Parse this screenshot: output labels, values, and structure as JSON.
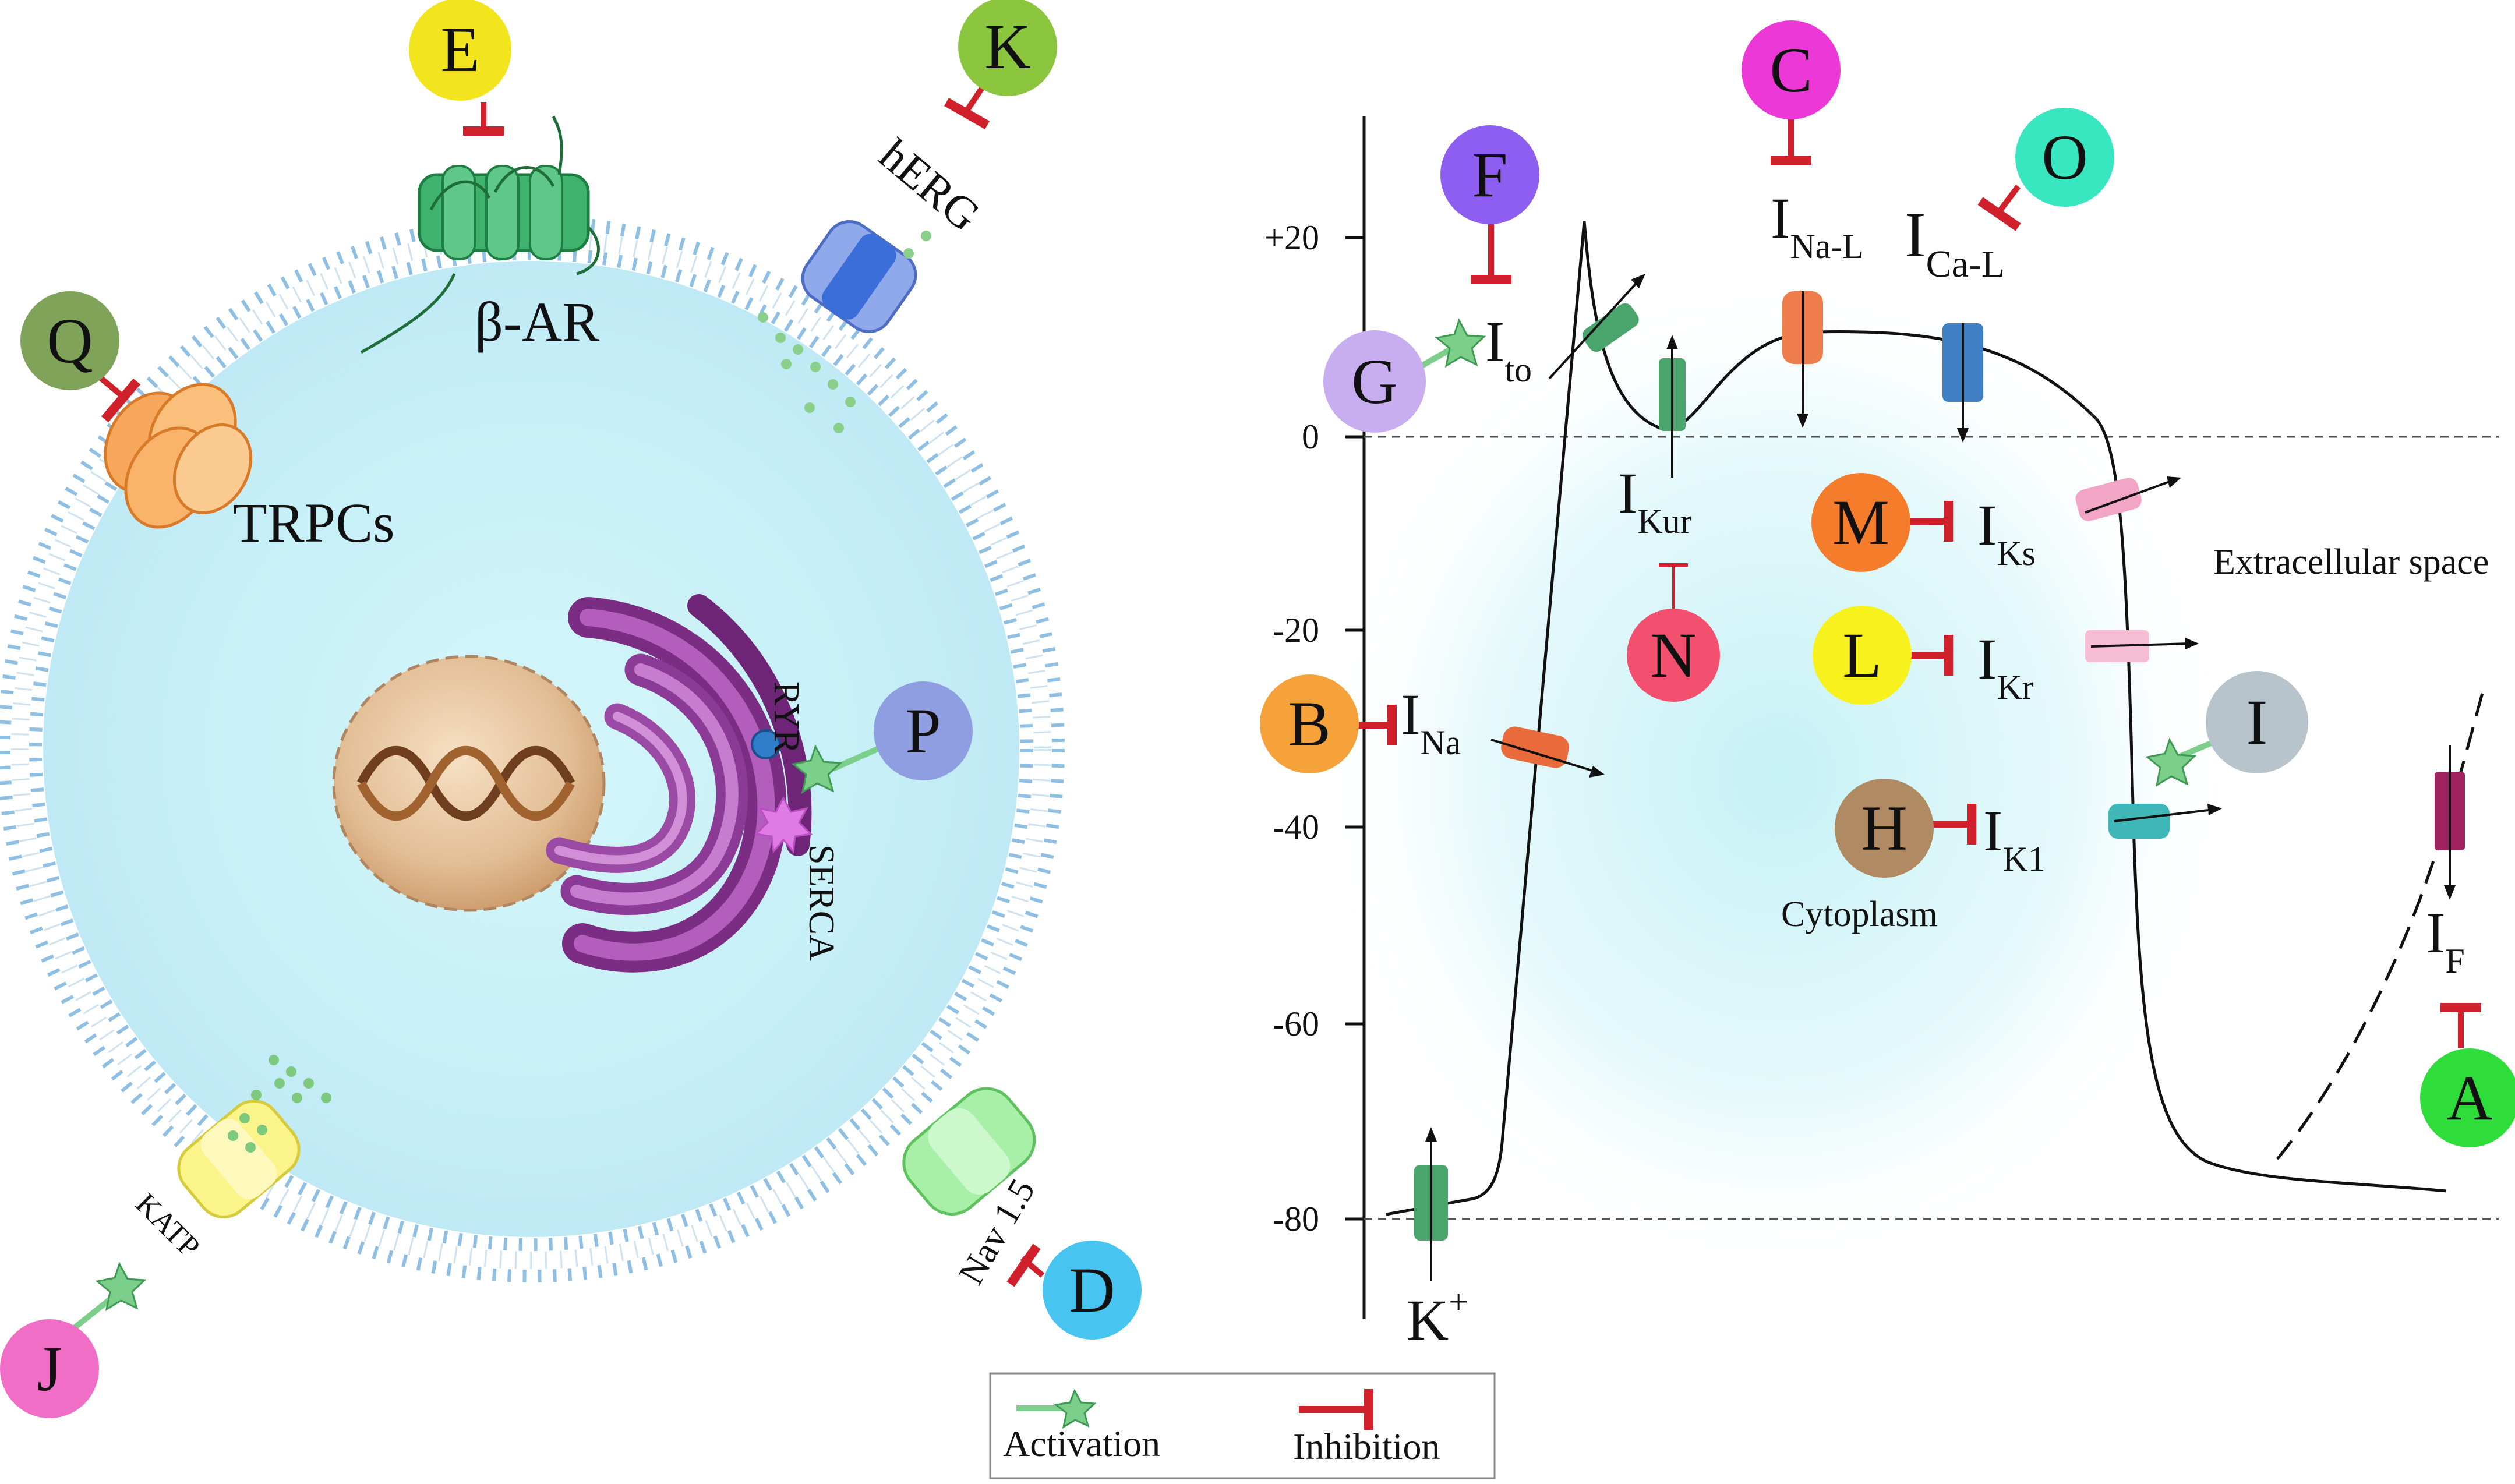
{
  "colors": {
    "inhibition": "#d0202c",
    "activation": "#7ccf8a",
    "cytoplasm": "#c8f1f6",
    "membrane_bead": "#9ec9e8"
  },
  "cell": {
    "labels": {
      "beta_ar": "β-AR",
      "herg": "hERG",
      "trpcs": "TRPCs",
      "ryr": "RYR",
      "serca": "SERCA",
      "katp": "KATP",
      "nav15": "Nav 1.5"
    },
    "drugs": {
      "E": {
        "label": "E",
        "color": "#f2e51e"
      },
      "K": {
        "label": "K",
        "color": "#8cc63f"
      },
      "Q": {
        "label": "Q",
        "color": "#7ea359"
      },
      "P": {
        "label": "P",
        "color": "#8e9ee0"
      },
      "J": {
        "label": "J",
        "color": "#f06ec5"
      },
      "D": {
        "label": "D",
        "color": "#47c5f0"
      }
    }
  },
  "chart": {
    "y_ticks": [
      "+20",
      "0",
      "-20",
      "-40",
      "-60",
      "-80"
    ],
    "currents": {
      "ito": {
        "main": "I",
        "sub": "to"
      },
      "inal": {
        "main": "I",
        "sub": "Na-L"
      },
      "ical": {
        "main": "I",
        "sub": "Ca-L"
      },
      "ikur": {
        "main": "I",
        "sub": "Kur"
      },
      "iks": {
        "main": "I",
        "sub": "Ks"
      },
      "ikr": {
        "main": "I",
        "sub": "Kr"
      },
      "ik1": {
        "main": "I",
        "sub": "K1"
      },
      "ina": {
        "main": "I",
        "sub": "Na"
      },
      "if": {
        "main": "I",
        "sub": "F"
      },
      "kplus": {
        "main": "K",
        "sup": "+"
      }
    },
    "extracellular": "Extracellular space",
    "cytoplasm": "Cytoplasm",
    "drugs": {
      "F": {
        "label": "F",
        "color": "#8e5ef0"
      },
      "C": {
        "label": "C",
        "color": "#ec38d6"
      },
      "O": {
        "label": "O",
        "color": "#38e6c0"
      },
      "G": {
        "label": "G",
        "color": "#c8aef0"
      },
      "M": {
        "label": "M",
        "color": "#f57c2a"
      },
      "N": {
        "label": "N",
        "color": "#f2506e"
      },
      "L": {
        "label": "L",
        "color": "#f7f21e"
      },
      "B": {
        "label": "B",
        "color": "#f5a23a"
      },
      "I": {
        "label": "I",
        "color": "#b8c4cc"
      },
      "H": {
        "label": "H",
        "color": "#b08a62"
      },
      "A": {
        "label": "A",
        "color": "#2edc3a"
      }
    }
  },
  "legend": {
    "activation": "Activation",
    "inhibition": "Inhibition"
  }
}
